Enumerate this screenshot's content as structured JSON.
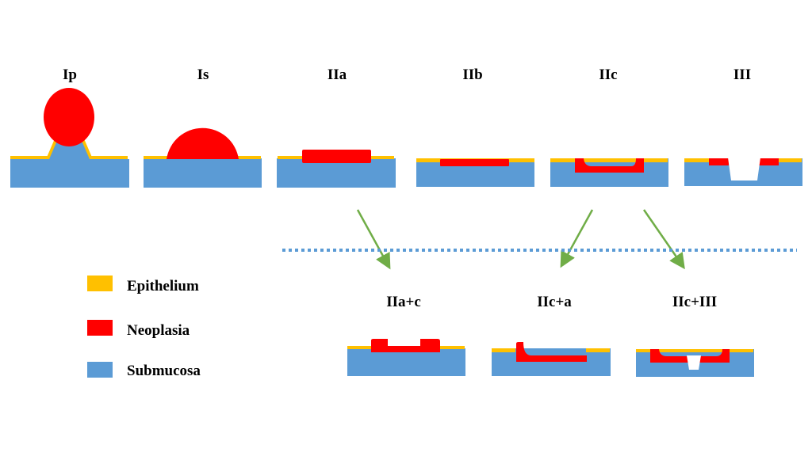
{
  "types": {
    "ip": "Ip",
    "is": "Is",
    "iia": "IIa",
    "iib": "IIb",
    "iic": "IIc",
    "iii": "III"
  },
  "combined": {
    "iiac": "IIa+c",
    "iica": "IIc+a",
    "iiciii": "IIc+III"
  },
  "legend": {
    "epithelium": "Epithelium",
    "neoplasia": "Neoplasia",
    "submucosa": "Submucosa"
  },
  "colors": {
    "epithelium": "#ffc000",
    "neoplasia": "#ff0000",
    "submucosa": "#5b9bd5",
    "arrow": "#70ad47",
    "divider": "#5b9bd5"
  }
}
